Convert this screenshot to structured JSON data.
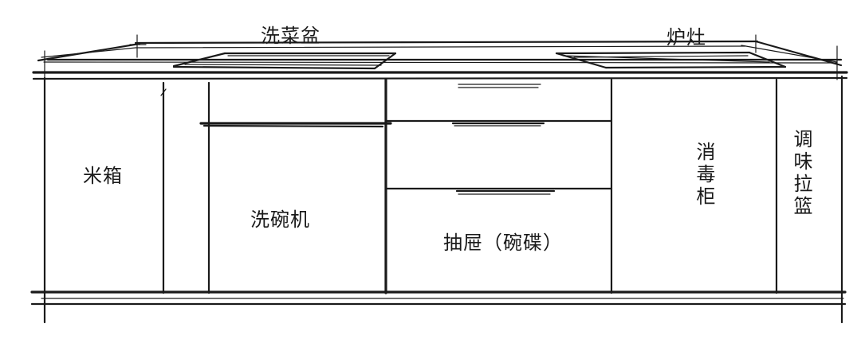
{
  "labels": {
    "sink": "洗菜盆",
    "stove": "炉灶",
    "rice_bin": "米箱",
    "dishwasher": "洗碗机",
    "drawers": "抽屉（碗碟）",
    "disinfection_cabinet": "消毒柜",
    "seasoning_basket": "调味拉篮"
  }
}
